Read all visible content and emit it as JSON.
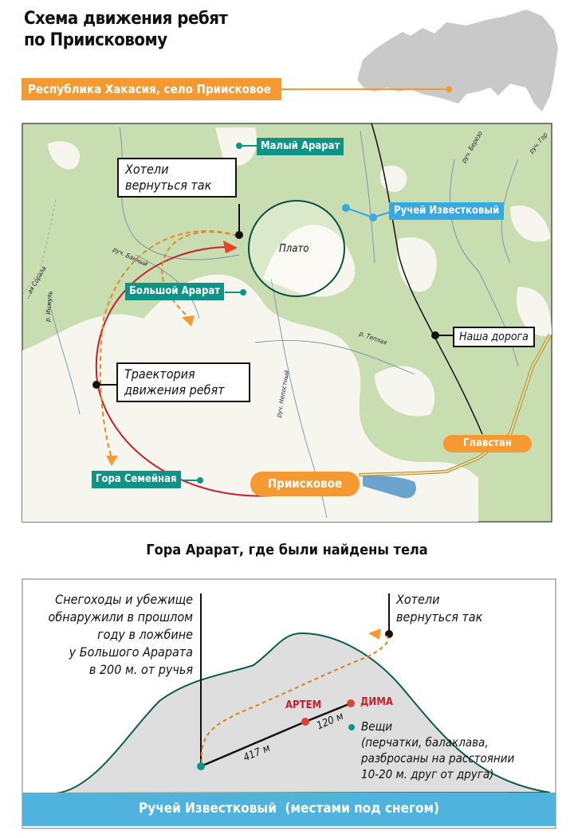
{
  "header": {
    "title_line1": "Схема движения ребят",
    "title_line2": "по Приисковому",
    "region": "Республика Хакасия, село Приисковое"
  },
  "map": {
    "labels": {
      "maly_ararat": "Малый Арарат",
      "bolshoy_ararat": "Большой Арарат",
      "gora_semeynaya": "Гора Семейная",
      "ruchey": "Ручей Известковый",
      "plato": "Плато",
      "want_return": "Хотели вернуться так",
      "trajectory": "Траектория движения ребят",
      "our_road": "Наша дорога",
      "priiskovoe": "Приисковое",
      "glavstan": "Главстан"
    },
    "streams": [
      "руч. Банный",
      "р. Теплая",
      "руч. Непостный",
      "руч. Березо",
      "руч. Гор",
      "р. Инжуль",
      "...ая Сорала"
    ]
  },
  "profile": {
    "title": "Гора Арарат, где были найдены тела",
    "snowmobiles_note": [
      "Снегоходы и убежище",
      "обнаружили в прошлом",
      "году в ложбине",
      "у Большого Арарата",
      "в 200 м. от ручья"
    ],
    "want_return": [
      "Хотели",
      "вернуться так"
    ],
    "artem": "АРТЕМ",
    "dima": "ДИМА",
    "dist1": "417 м",
    "dist2": "120 м",
    "things": [
      "Вещи",
      "(перчатки, балаклава,",
      "разбросаны на расстоянии",
      "10-20 м. друг от друга)"
    ],
    "river": "Ручей Известковый  (местами под снегом)"
  },
  "colors": {
    "orange": "#f59a33",
    "teal": "#0f9387",
    "blue": "#36a9e0",
    "red": "#c8202a",
    "forest": "#c8ddb0"
  }
}
